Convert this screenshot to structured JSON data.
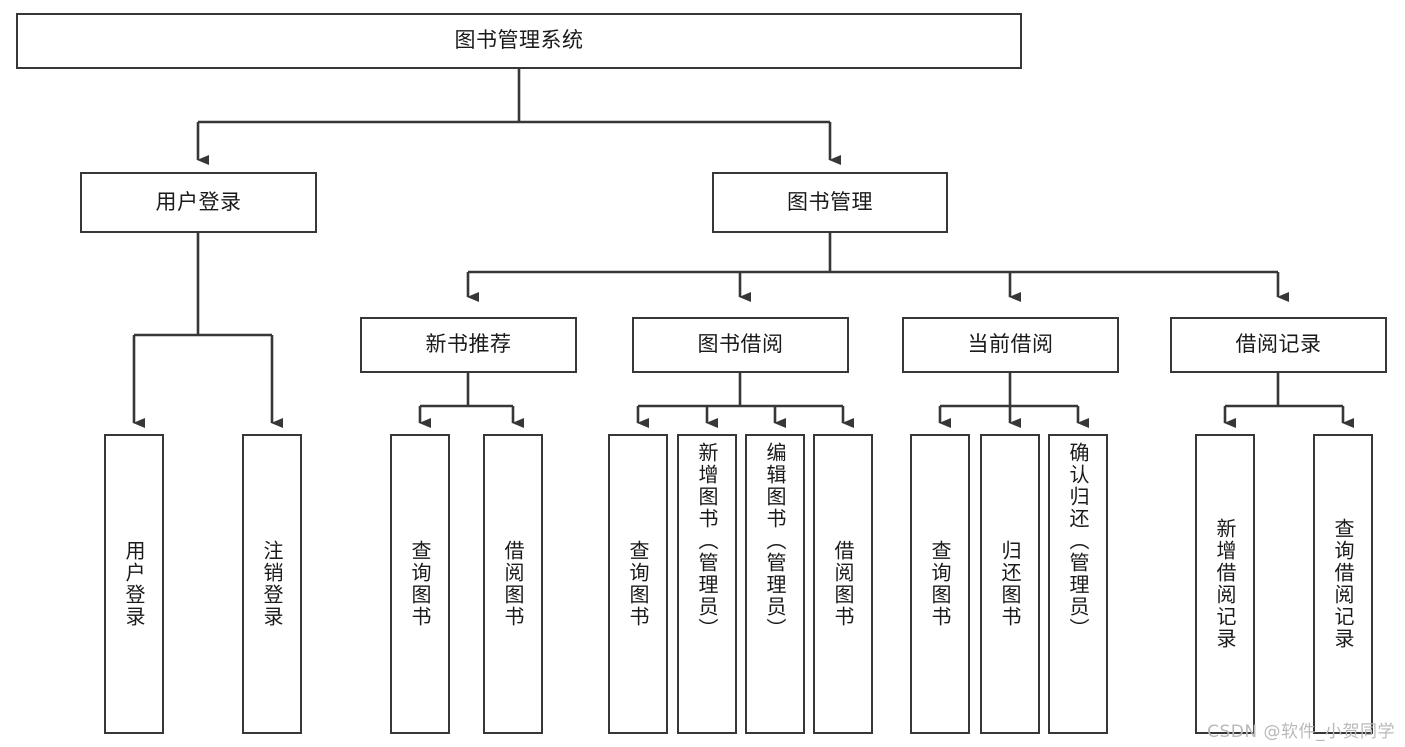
{
  "diagram": {
    "title": "图书管理系统",
    "type": "tree-hierarchy",
    "watermark": "CSDN @软件_小贺同学",
    "colors": {
      "stroke": "#373737",
      "fill": "#ffffff",
      "text": "#1a1a1a",
      "watermark": "#b9b9b9"
    },
    "root": {
      "label": "图书管理系统"
    },
    "level2": [
      {
        "label": "用户登录"
      },
      {
        "label": "图书管理"
      }
    ],
    "level3": [
      {
        "label": "新书推荐"
      },
      {
        "label": "图书借阅"
      },
      {
        "label": "当前借阅"
      },
      {
        "label": "借阅记录"
      }
    ],
    "leaves": [
      {
        "label": "用户登录",
        "parent": "用户登录"
      },
      {
        "label": "注销登录",
        "parent": "用户登录"
      },
      {
        "label": "查询图书",
        "parent": "新书推荐"
      },
      {
        "label": "借阅图书",
        "parent": "新书推荐"
      },
      {
        "label": "查询图书",
        "parent": "图书借阅"
      },
      {
        "label": "新增图书（管理员）",
        "parent": "图书借阅"
      },
      {
        "label": "编辑图书（管理员）",
        "parent": "图书借阅"
      },
      {
        "label": "借阅图书",
        "parent": "图书借阅"
      },
      {
        "label": "查询图书",
        "parent": "当前借阅"
      },
      {
        "label": "归还图书",
        "parent": "当前借阅"
      },
      {
        "label": "确认归还（管理员）",
        "parent": "当前借阅"
      },
      {
        "label": "新增借阅记录",
        "parent": "借阅记录"
      },
      {
        "label": "查询借阅记录",
        "parent": "借阅记录"
      }
    ]
  }
}
